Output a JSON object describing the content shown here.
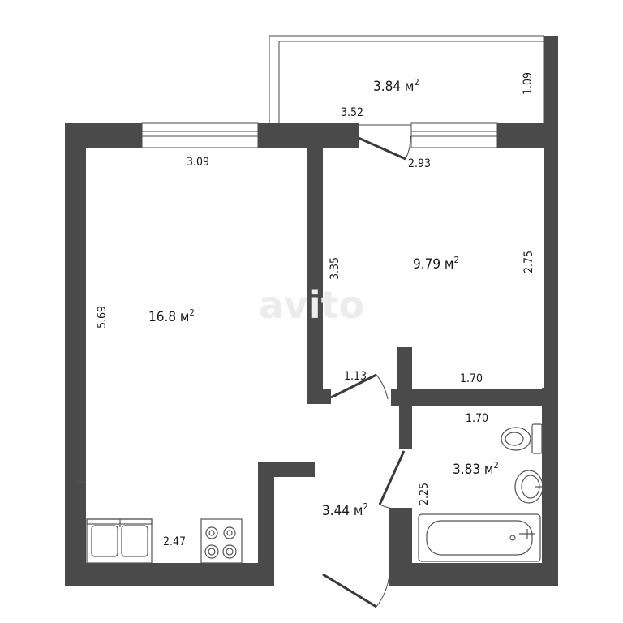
{
  "unit": "м",
  "area_superscript": "2",
  "rooms": [
    {
      "id": "balcony",
      "area": "3.84"
    },
    {
      "id": "living-room",
      "area": "16.8"
    },
    {
      "id": "bedroom",
      "area": "9.79"
    },
    {
      "id": "hallway",
      "area": "3.44"
    },
    {
      "id": "bathroom",
      "area": "3.83"
    }
  ],
  "dimensions": {
    "balcony_width": "3.52",
    "balcony_depth": "1.09",
    "living_width": "3.09",
    "living_length": "5.69",
    "kitchen_width": "2.47",
    "bedroom_width_top": "2.93",
    "bedroom_length_left": "3.35",
    "bedroom_length_right": "2.75",
    "bedroom_width_bottom": "1.70",
    "bedroom_door": "1.13",
    "bathroom_width": "1.70",
    "bathroom_length": "2.25"
  }
}
